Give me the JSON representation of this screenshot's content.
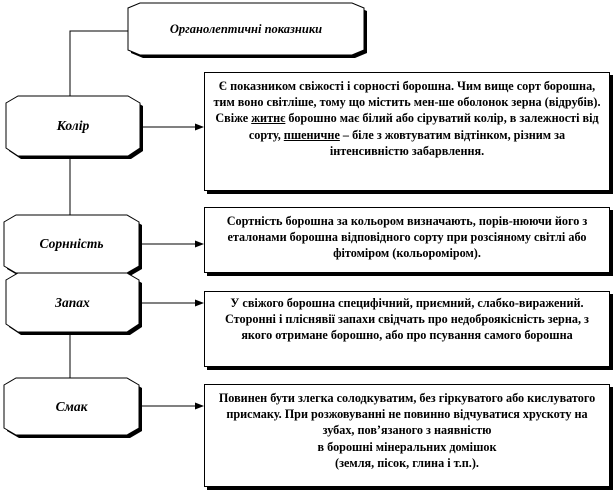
{
  "title": "Органолептичні показники",
  "nodes": [
    {
      "label": "Колір",
      "description_parts": [
        "Є показником свіжості і сорності борошна. Чим вище сорт борошна, тим воно світліше, тому що містить мен-ше оболонок зерна (відрубів). Свіже ",
        "житнє",
        " борошно має білий або сіруватий колір, в залежності від сорту, ",
        "пшеничне",
        " – біле з жовтуватим відтінком, різним за інтенсивністю забарвлення."
      ]
    },
    {
      "label": "Сорнність",
      "description": "Сортність борошна за кольором визначають, порів-нюючи його з еталонами борошна відповідного сорту при розсіяному світлі або фітоміром (кольороміром)."
    },
    {
      "label": "Запах",
      "description": "У свіжого борошна специфічний, приємний, слабко-виражений. Сторонні і пліснявії запахи свідчать про недоброякісність зерна, з якого отримане борошно, або про псування самого борошна"
    },
    {
      "label": "Смак",
      "description_lines": [
        "Повинен бути злегка солодкуватим, без гіркуватого або кислуватого присмаку. При розжовуванні не повинно відчуватися хрускоту на зубах, пов’язаного з наявністю",
        "в борошні мінеральних домішок",
        "(земля, пісок, глина і т.п.)."
      ]
    }
  ]
}
